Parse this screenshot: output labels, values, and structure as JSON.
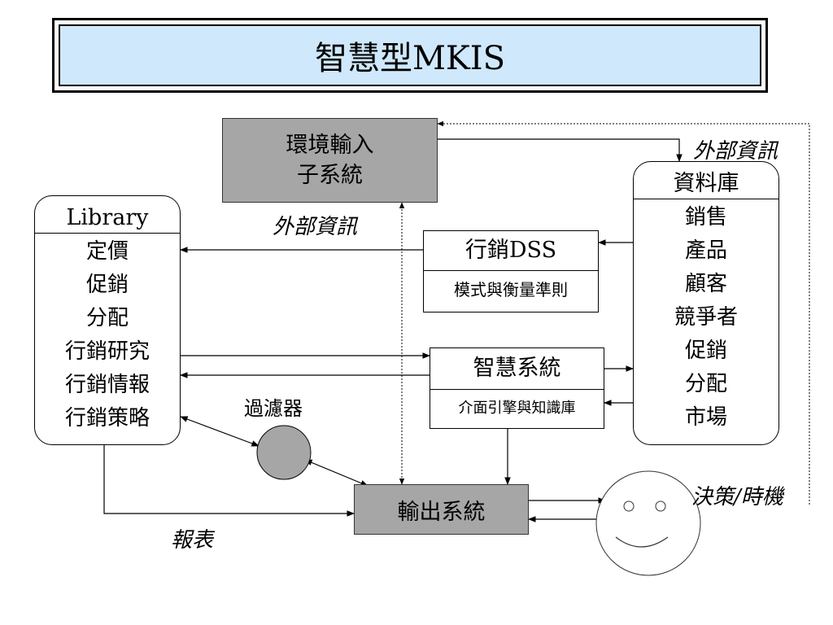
{
  "title": "智慧型MKIS",
  "environment_input": {
    "line1": "環境輸入",
    "line2": "子系統"
  },
  "library": {
    "header": "Library",
    "items": [
      "定價",
      "促銷",
      "分配",
      "行銷研究",
      "行銷情報",
      "行銷策略"
    ]
  },
  "database": {
    "header": "資料庫",
    "items": [
      "銷售",
      "產品",
      "顧客",
      "競爭者",
      "促銷",
      "分配",
      "市場"
    ]
  },
  "marketing_dss": {
    "title": "行銷DSS",
    "subtitle": "模式與衡量準則"
  },
  "intelligent_system": {
    "title": "智慧系統",
    "subtitle": "介面引擎與知識庫"
  },
  "output_system": "輸出系統",
  "filter": "過濾器",
  "labels": {
    "external_info_left": "外部資訊",
    "external_info_right": "外部資訊",
    "decision_timing": "決策/時機",
    "report": "報表"
  },
  "colors": {
    "title_fill": "#cfe8fb",
    "gray_box": "#a6a6a6",
    "filter_circle": "#a6a6a6",
    "smiley_face": "#ffffff"
  }
}
